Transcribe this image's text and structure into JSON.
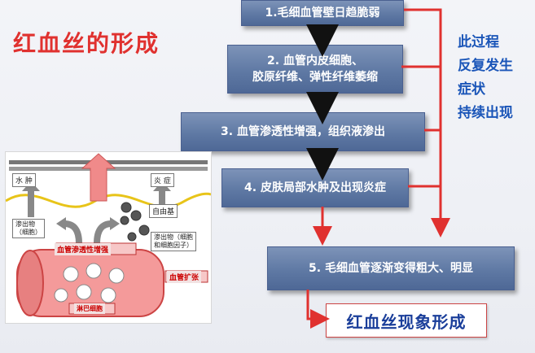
{
  "title": "红血丝的形成",
  "steps": [
    {
      "label_line1": "1.毛细血管壁日趋脆弱",
      "label_line2": ""
    },
    {
      "label_line1": "2. 血管内皮细胞、",
      "label_line2": "胶原纤维、弹性纤维萎缩"
    },
    {
      "label_line1": "3. 血管渗透性增强，组织液渗出",
      "label_line2": ""
    },
    {
      "label_line1": "4. 皮肤局部水肿及出现炎症",
      "label_line2": ""
    },
    {
      "label_line1": "5. 毛细血管逐渐变得粗大、明显",
      "label_line2": ""
    }
  ],
  "side_note": [
    "此过程",
    "反复发生",
    "症状",
    "持续出现"
  ],
  "outcome": "红血丝现象形成",
  "illustration": {
    "edema": "水 肿",
    "inflammation": "炎 症",
    "free_radical": "自由基",
    "exudate_cells": "渗出物\n（细胞）",
    "exudate_factors": "渗出物（细胞\n和细胞因子）",
    "permeability": "血管渗透性增强",
    "dilation": "血管扩张",
    "lymph_cells": "淋巴细胞"
  },
  "colors": {
    "title": "#e0312f",
    "box": "#5f79a4",
    "arrow_red": "#e0312f",
    "note": "#1a55b8"
  }
}
